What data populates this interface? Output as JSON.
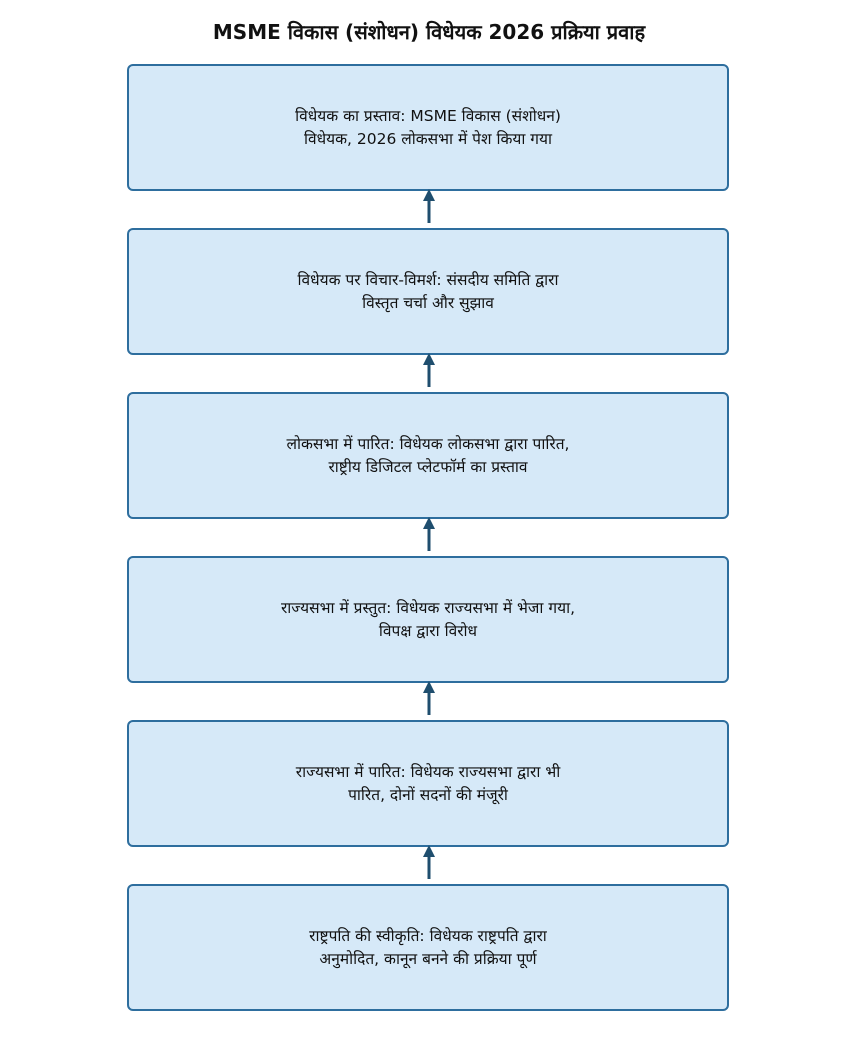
{
  "title": "MSME विकास (संशोधन) विधेयक 2026 प्रक्रिया प्रवाह",
  "colors": {
    "box_fill": "#d6e9f8",
    "box_border": "#2e6e9e",
    "arrow": "#1f4e6e"
  },
  "steps": [
    {
      "text": "विधेयक का प्रस्ताव: MSME विकास (संशोधन) विधेयक, 2026 लोकसभा में पेश किया गया"
    },
    {
      "text": "विधेयक पर विचार-विमर्श: संसदीय समिति द्वारा विस्तृत चर्चा और सुझाव"
    },
    {
      "text": "लोकसभा में पारित: विधेयक लोकसभा द्वारा पारित, राष्ट्रीय डिजिटल प्लेटफॉर्म का प्रस्ताव"
    },
    {
      "text": "राज्यसभा में प्रस्तुत: विधेयक राज्यसभा में भेजा गया, विपक्ष द्वारा विरोध"
    },
    {
      "text": "राज्यसभा में पारित: विधेयक राज्यसभा द्वारा भी पारित, दोनों सदनों की मंजूरी"
    },
    {
      "text": "राष्ट्रपति की स्वीकृति: विधेयक राष्ट्रपति द्वारा अनुमोदित, कानून बनने की प्रक्रिया पूर्ण"
    }
  ]
}
